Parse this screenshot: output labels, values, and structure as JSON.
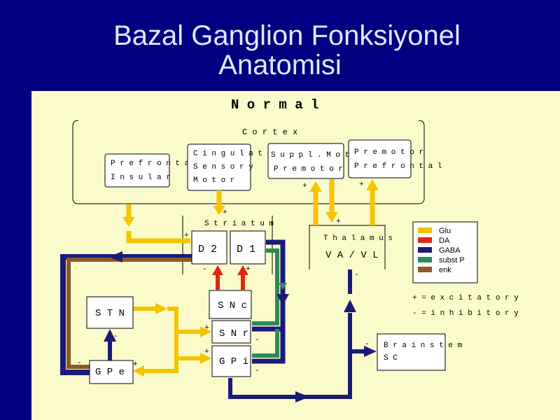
{
  "title_line1": "Bazal Ganglion Fonksiyonel",
  "title_line2": "Anatomisi",
  "heading": "N o r m a l",
  "cortex_label": "C o r t e x",
  "boxes": {
    "prefrontal": [
      "P r e f r o n t a l",
      "I n s u l a r"
    ],
    "cingulate": [
      "C i n g u l a t e",
      "S e n s o r y",
      "M o t o r"
    ],
    "suppl": [
      "S u p p l . M o t o r",
      "P r e m o t o r"
    ],
    "premotor": [
      "P r e m o t o r",
      "P r e f r o n t a l"
    ],
    "striatum": "S t r i a t u m",
    "d2": "D 2",
    "d1": "D 1",
    "thalamus": "T h a l a m u s",
    "vavl": "V A / V L",
    "snc": "S N c",
    "snr": "S N r",
    "gpi": "G P i",
    "stn": "S T N",
    "gpe": "G P e",
    "brainstem": [
      "B r a i n s t e m",
      "S C"
    ]
  },
  "signs": {
    "plus": "+",
    "minus": "-"
  },
  "legend": [
    {
      "label": "Glu",
      "color": "#f5c400"
    },
    {
      "label": "DA",
      "color": "#e02810"
    },
    {
      "label": "GABA",
      "color": "#1a1a7a"
    },
    {
      "label": "subst P",
      "color": "#2f8a5a"
    },
    {
      "label": "enk",
      "color": "#8b5a2b"
    }
  ],
  "legend_notes": [
    "+ = e x c i t a t o r y",
    "- = i n h i b i t o r y"
  ]
}
